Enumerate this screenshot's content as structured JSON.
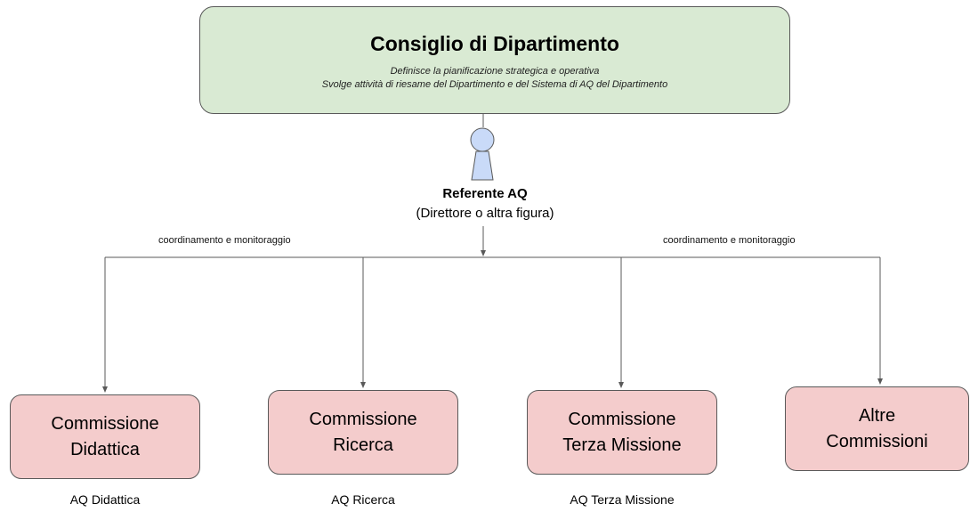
{
  "council": {
    "title": "Consiglio di Dipartimento",
    "line1": "Definisce la pianificazione strategica e operativa",
    "line2": "Svolge attività di riesame del Dipartimento e del Sistema di AQ del Dipartimento"
  },
  "referent": {
    "title": "Referente AQ",
    "subtitle": "(Direttore o altra figura)"
  },
  "edge_labels": {
    "left": "coordinamento e monitoraggio",
    "right": "coordinamento e monitoraggio"
  },
  "commissions": [
    {
      "label": "Commissione\nDidattica",
      "aq": "AQ Didattica"
    },
    {
      "label": "Commissione\nRicerca",
      "aq": "AQ Ricerca"
    },
    {
      "label": "Commissione\nTerza Missione",
      "aq": "AQ Terza Missione"
    },
    {
      "label": "Altre\nCommissioni",
      "aq": ""
    }
  ],
  "colors": {
    "council_fill": "#d9ead3",
    "commission_fill": "#f4cccc",
    "actor_fill": "#c9daf8",
    "stroke": "#595959"
  }
}
